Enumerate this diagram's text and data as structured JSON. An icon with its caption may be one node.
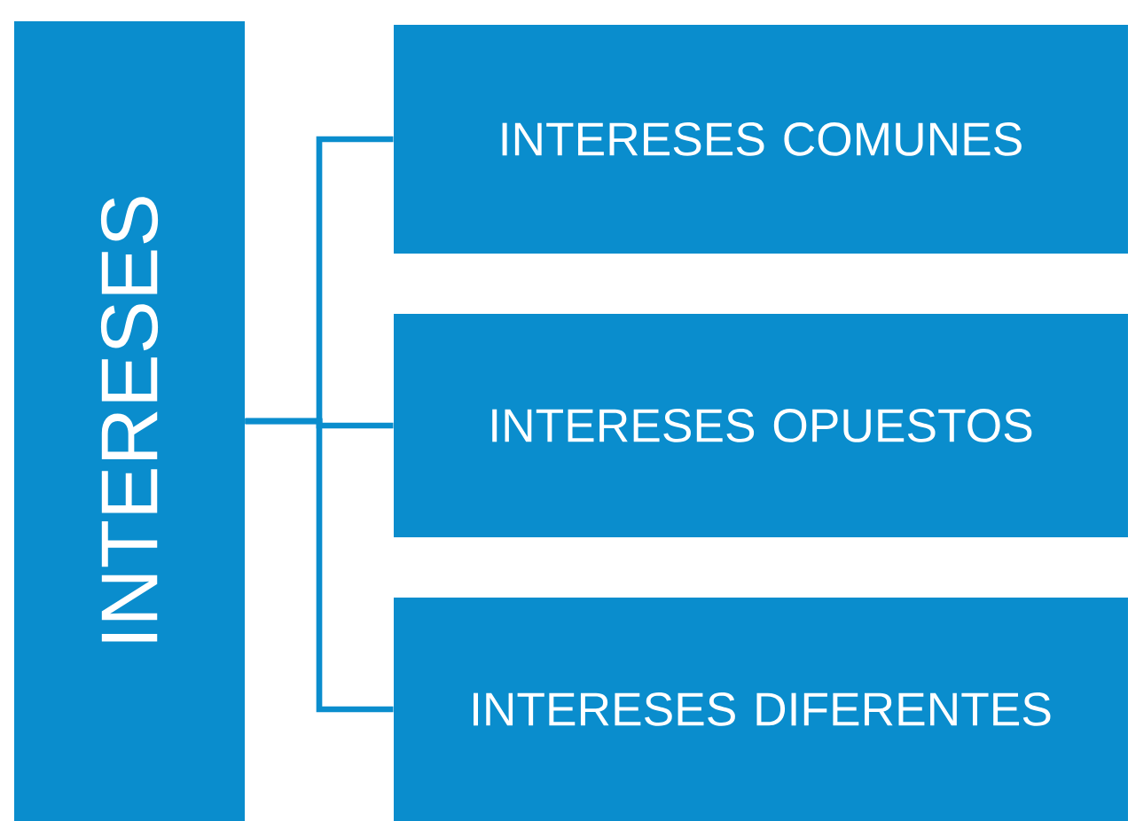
{
  "diagram": {
    "nodes": [
      {
        "text": [
          "INTERESES"
        ]
      },
      {
        "text": [
          "INTERESES COMUNES"
        ]
      },
      {
        "text": [
          "INTERESES OPUESTOS"
        ]
      },
      {
        "text": [
          "INTERESES DIFERENTES"
        ]
      }
    ],
    "edges": [
      {
        "from": 0,
        "to": 1,
        "arrow": "none"
      },
      {
        "from": 0,
        "to": 2,
        "arrow": "none"
      },
      {
        "from": 0,
        "to": 3,
        "arrow": "none"
      }
    ]
  }
}
